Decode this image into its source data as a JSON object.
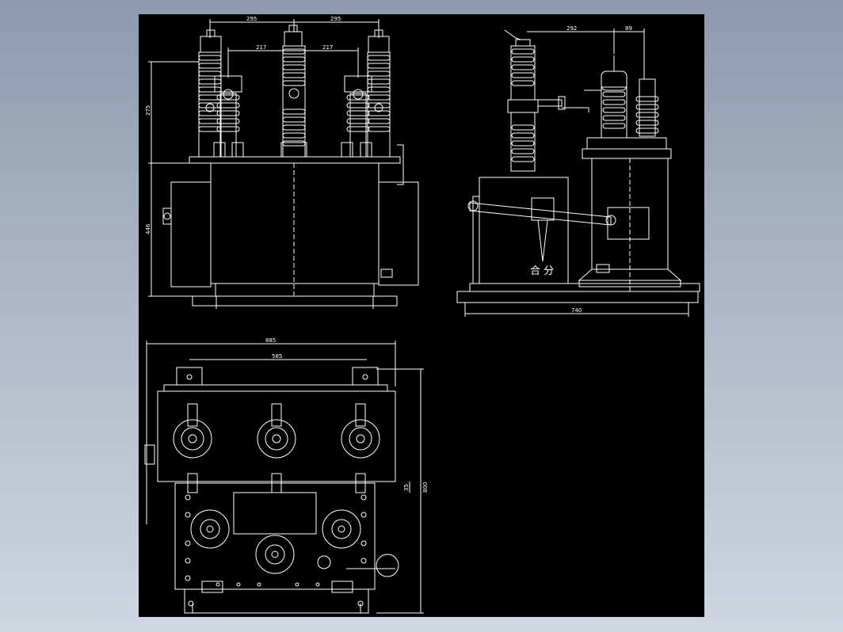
{
  "drawing": {
    "front_view": {
      "dims": {
        "spacing_top": "295",
        "spacing_top_b": "295",
        "spacing_mid": "217",
        "spacing_mid_b": "217",
        "height_upper": "275",
        "height_lower": "446"
      }
    },
    "side_view": {
      "dims": {
        "offset_a": "292",
        "offset_b": "89",
        "base_width": "740"
      },
      "indicator_label": "合 分"
    },
    "plan_view": {
      "dims": {
        "overall_width": "885",
        "inner_width": "585",
        "depth": "800",
        "edge_offset": "35"
      }
    }
  },
  "colors": {
    "background": "#000000",
    "line": "#ffffff",
    "window_bg": "#9aa6b8"
  }
}
